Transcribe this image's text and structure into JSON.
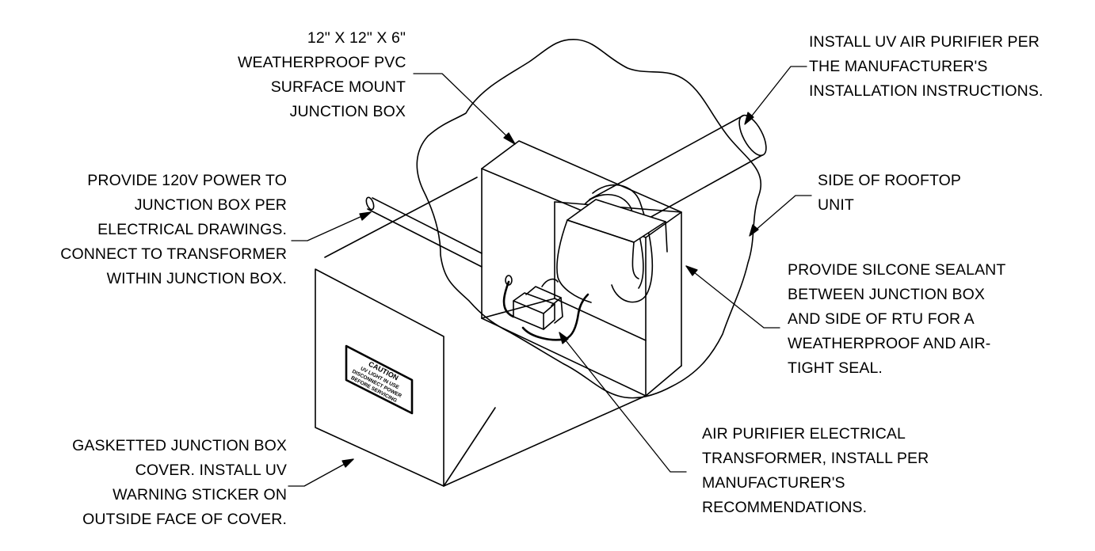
{
  "callouts": {
    "junction_box": [
      "12\" X 12\" X 6\"",
      "WEATHERPROOF PVC",
      "SURFACE MOUNT",
      "JUNCTION BOX"
    ],
    "uv_purifier": [
      "INSTALL UV AIR PURIFIER PER",
      "THE MANUFACTURER'S",
      "INSTALLATION INSTRUCTIONS."
    ],
    "power": [
      "PROVIDE 120V POWER TO",
      "JUNCTION BOX PER",
      "ELECTRICAL DRAWINGS.",
      "CONNECT TO TRANSFORMER",
      "WITHIN JUNCTION BOX."
    ],
    "rooftop": [
      "SIDE OF ROOFTOP",
      "UNIT"
    ],
    "sealant": [
      "PROVIDE SILCONE SEALANT",
      "BETWEEN JUNCTION BOX",
      "AND SIDE OF RTU FOR A",
      "WEATHERPROOF AND AIR-",
      "TIGHT SEAL."
    ],
    "transformer": [
      "AIR PURIFIER ELECTRICAL",
      "TRANSFORMER, INSTALL PER",
      "MANUFACTURER'S",
      "RECOMMENDATIONS."
    ],
    "cover": [
      "GASKETTED JUNCTION BOX",
      "COVER. INSTALL UV",
      "WARNING STICKER ON",
      "OUTSIDE FACE OF COVER."
    ]
  },
  "sticker": [
    "CAUTION",
    "UV LIGHT IN USE",
    "DISCONNECT POWER",
    "BEFORE SERVICING"
  ],
  "colors": {
    "ink": "#000000",
    "paper": "#ffffff"
  }
}
